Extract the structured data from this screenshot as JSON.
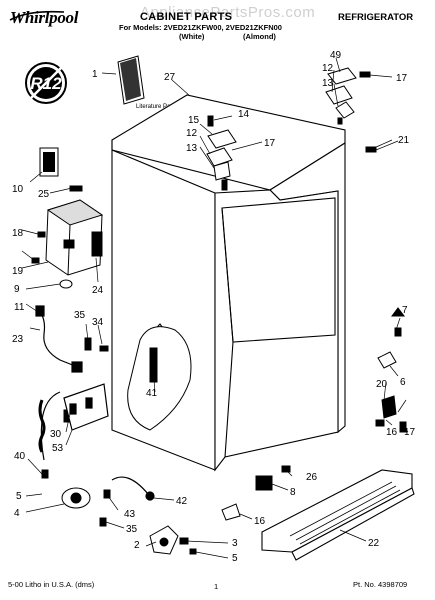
{
  "header": {
    "brand": "Whirlpool",
    "watermark": "AppliancePartsPros.com",
    "title": "CABINET PARTS",
    "category": "REFRIGERATOR",
    "models_label": "For Models: 2VED21ZKFW00, 2VED21ZKFN00",
    "variant_white": "(White)",
    "variant_almond": "(Almond)",
    "badge": "R12"
  },
  "literature_label": "Literature Parts",
  "callouts": [
    "1",
    "2",
    "3",
    "4",
    "5",
    "5",
    "6",
    "7",
    "8",
    "9",
    "10",
    "11",
    "12",
    "12",
    "13",
    "13",
    "14",
    "15",
    "16",
    "16",
    "17",
    "17",
    "17",
    "18",
    "19",
    "20",
    "21",
    "22",
    "23",
    "24",
    "25",
    "26",
    "27",
    "30",
    "35",
    "34",
    "35",
    "40",
    "41",
    "42",
    "43",
    "49",
    "53"
  ],
  "footer": {
    "left": "5-00 Litho in U.S.A. (dms)",
    "page": "1",
    "part_no": "Pt. No. 4398709"
  },
  "icons": [
    "whirlpool-logo-swoosh",
    "r12-badge-icon"
  ],
  "colors": {
    "ink": "#000000",
    "paper": "#ffffff",
    "watermark": "#cfcfcf"
  }
}
